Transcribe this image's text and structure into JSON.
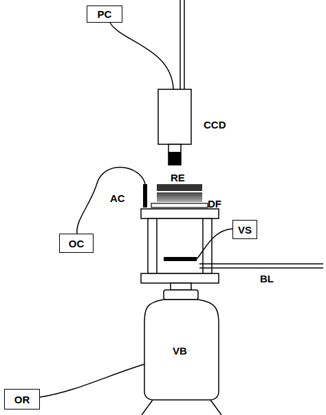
{
  "diagram": {
    "nodes": [
      {
        "text": [
          "PC"
        ]
      },
      {
        "text": [
          "VS"
        ]
      },
      {
        "text": [
          "OC"
        ]
      },
      {
        "text": [
          "OR"
        ]
      }
    ],
    "labels": [
      "CCD",
      "RE",
      "AC",
      "DF",
      "BL",
      "VB"
    ]
  }
}
